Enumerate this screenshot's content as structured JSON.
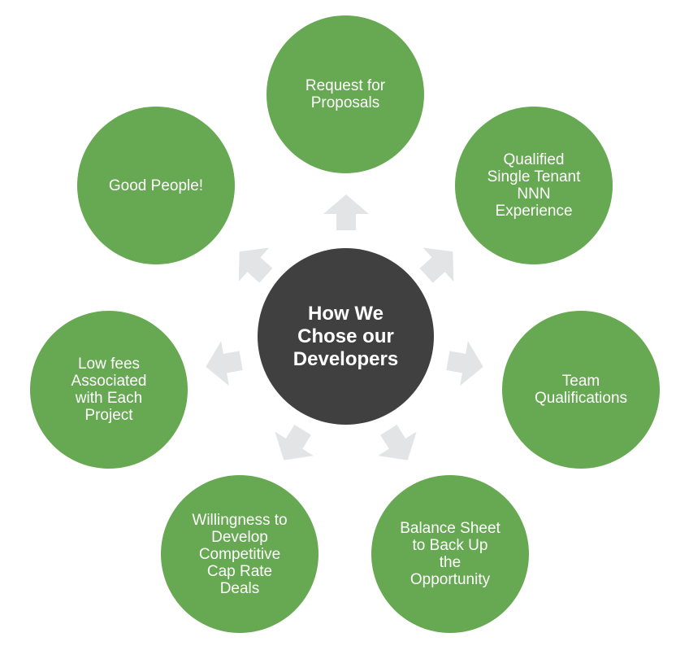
{
  "colors": {
    "node_fill": "#67a853",
    "center_fill": "#404040",
    "arrow_fill": "#e3e4e6",
    "text": "#ffffff"
  },
  "center": {
    "label": "How We\nChose our\nDevelopers"
  },
  "nodes": [
    {
      "label": "Request for\nProposals"
    },
    {
      "label": "Qualified\nSingle Tenant\nNNN\nExperience"
    },
    {
      "label": "Team\nQualifications"
    },
    {
      "label": "Balance Sheet\nto Back Up\nthe\nOpportunity"
    },
    {
      "label": "Willingness to\nDevelop\nCompetitive\nCap Rate\nDeals"
    },
    {
      "label": "Low fees\nAssociated\nwith Each\nProject"
    },
    {
      "label": "Good People!"
    }
  ]
}
